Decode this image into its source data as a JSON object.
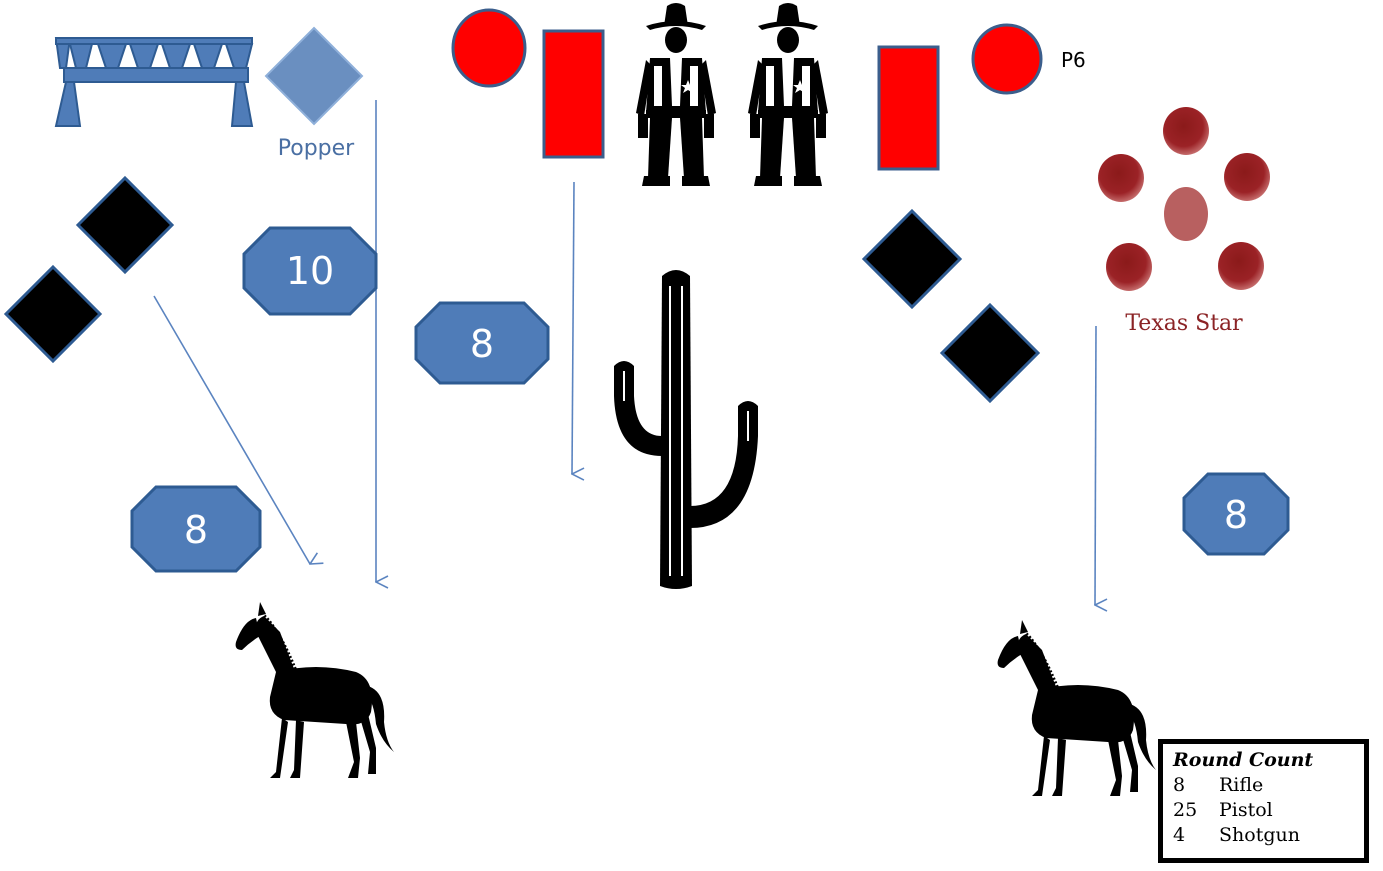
{
  "labels": {
    "popper": "Popper",
    "texas_star": "Texas Star",
    "p6": "P6"
  },
  "counts": {
    "left_upper": "10",
    "center_left": "8",
    "left_lower": "8",
    "right": "8"
  },
  "round_count": {
    "title": "Round Count",
    "rows": [
      {
        "count": "8",
        "weapon": "Rifle"
      },
      {
        "count": "25",
        "weapon": "Pistol"
      },
      {
        "count": "4",
        "weapon": "Shotgun"
      }
    ]
  },
  "colors": {
    "blue_fill": "#4f7cb8",
    "blue_stroke": "#2e5b92",
    "red_target": "#ff0000",
    "target_outline": "#3b5e8c",
    "star_plate": "#9b2226",
    "star_center": "#b85c5c",
    "arrow": "#5b84c0"
  }
}
